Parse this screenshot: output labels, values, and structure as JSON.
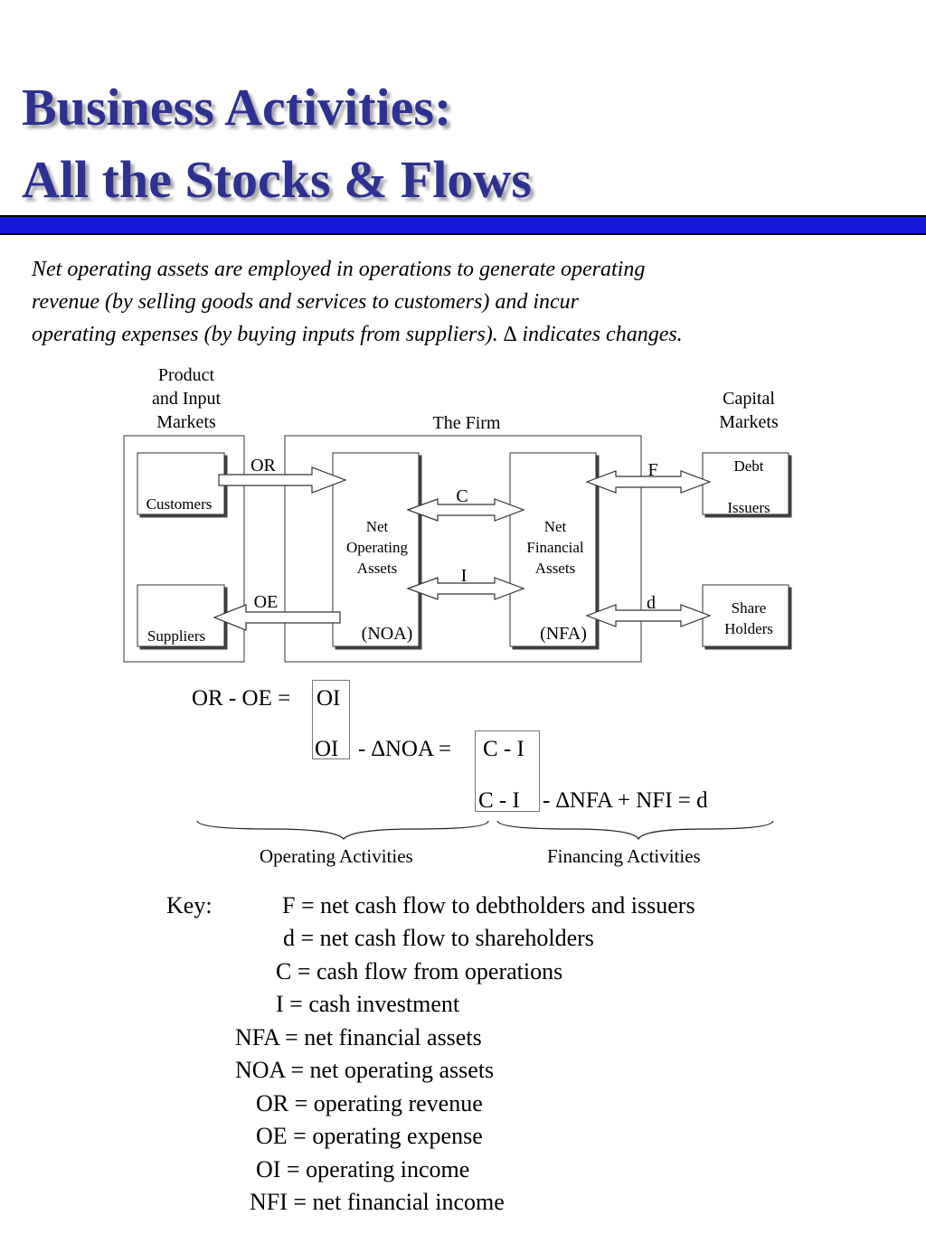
{
  "title": {
    "line1": "Business Activities:",
    "line2": "All the Stocks & Flows"
  },
  "colors": {
    "title": "#2e3192",
    "rule": "#1418d8"
  },
  "intro": {
    "line1": "Net operating assets are employed in operations to generate operating",
    "line2": "revenue (by selling goods and services to customers) and incur",
    "line3": "operating expenses (by buying inputs from suppliers). ∆ indicates changes."
  },
  "diagram": {
    "product_markets": {
      "line1": "Product",
      "line2": "and Input",
      "line3": "Markets"
    },
    "firm_label": "The Firm",
    "capital_markets": {
      "line1": "Capital",
      "line2": "Markets"
    },
    "customers": "Customers",
    "suppliers": "Suppliers",
    "noa": {
      "line1": "Net",
      "line2": "Operating",
      "line3": "Assets",
      "abbr": "(NOA)"
    },
    "nfa": {
      "line1": "Net",
      "line2": "Financial",
      "line3": "Assets",
      "abbr": "(NFA)"
    },
    "debt_issuers": {
      "line1": "Debt",
      "line2": "Issuers"
    },
    "shareholders": {
      "line1": "Share",
      "line2": "Holders"
    },
    "flows": {
      "or": "OR",
      "oe": "OE",
      "c": "C",
      "i": "I",
      "f": "F",
      "d": "d"
    }
  },
  "equations": {
    "eq1_left": "OR - OE =",
    "eq1_box": "OI",
    "eq2_box": "OI",
    "eq2_mid": "- ∆NOA =",
    "eq2_box2": "C - I",
    "eq3_box": "C - I",
    "eq3_rest": "-  ∆NFA  +  NFI  =  d"
  },
  "braces": {
    "operating": "Operating Activities",
    "financing": "Financing Activities"
  },
  "key": {
    "label": "Key:",
    "items": [
      "F = net cash flow to debtholders and issuers",
      "d = net cash flow to shareholders",
      "C = cash flow from operations",
      "I  = cash investment",
      "NFA = net financial assets",
      "NOA = net operating assets",
      "OR = operating revenue",
      "OE = operating expense",
      "OI  = operating income",
      "NFI = net financial income"
    ]
  }
}
